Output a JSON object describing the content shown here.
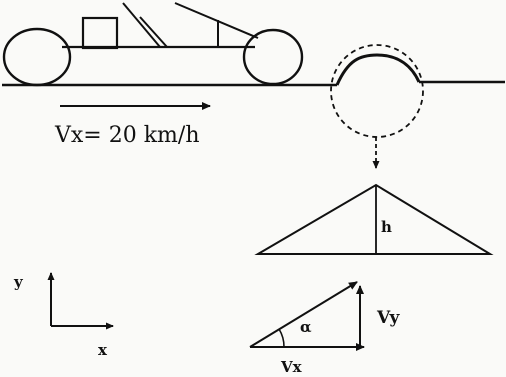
{
  "figure": {
    "speed_label": "Vx= 20 km/h",
    "bump_height_label": "h",
    "axes": {
      "y_label": "y",
      "x_label": "x"
    },
    "velocity_triangle": {
      "angle_label": "α",
      "vx_label": "Vx",
      "vy_label": "Vy"
    }
  }
}
